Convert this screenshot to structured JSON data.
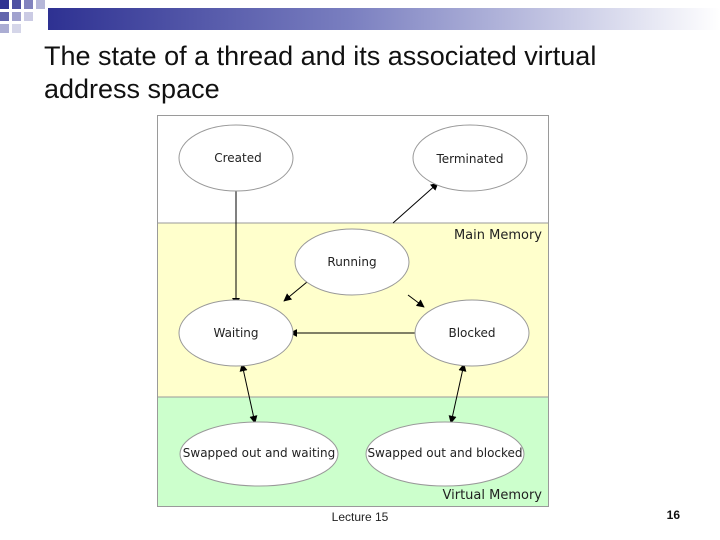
{
  "slide": {
    "title": "The state of a thread and its associated virtual address space",
    "footer": "Lecture 15",
    "page_number": "16"
  },
  "diagram": {
    "zones": {
      "main_memory": "Main Memory",
      "virtual_memory": "Virtual Memory"
    },
    "nodes": {
      "created": "Created",
      "terminated": "Terminated",
      "running": "Running",
      "waiting": "Waiting",
      "blocked": "Blocked",
      "swapped_waiting": "Swapped out and waiting",
      "swapped_blocked": "Swapped out and blocked"
    },
    "colors": {
      "main_memory_zone": "#ffffcc",
      "virtual_memory_zone": "#ccffcc",
      "node_fill": "#ffffff",
      "header_squares": "#2e3192"
    }
  }
}
